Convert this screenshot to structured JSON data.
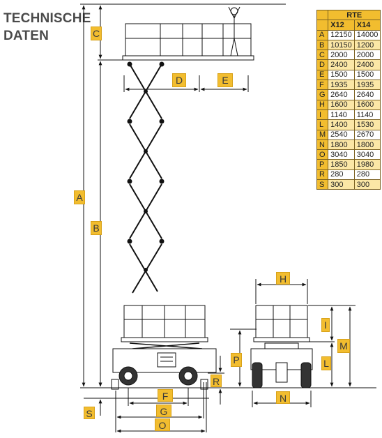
{
  "title_lines": [
    "TECHNISCHE",
    "DATEN"
  ],
  "table": {
    "group": "RTE",
    "columns": [
      "X12",
      "X14"
    ],
    "rows": [
      {
        "key": "A",
        "x12": "12150",
        "x14": "14000"
      },
      {
        "key": "B",
        "x12": "10150",
        "x14": "1200"
      },
      {
        "key": "C",
        "x12": "2000",
        "x14": "2000"
      },
      {
        "key": "D",
        "x12": "2400",
        "x14": "2400"
      },
      {
        "key": "E",
        "x12": "1500",
        "x14": "1500"
      },
      {
        "key": "F",
        "x12": "1935",
        "x14": "1935"
      },
      {
        "key": "G",
        "x12": "2640",
        "x14": "2640"
      },
      {
        "key": "H",
        "x12": "1600",
        "x14": "1600"
      },
      {
        "key": "I",
        "x12": "1140",
        "x14": "1140"
      },
      {
        "key": "L",
        "x12": "1400",
        "x14": "1530"
      },
      {
        "key": "M",
        "x12": "2540",
        "x14": "2670"
      },
      {
        "key": "N",
        "x12": "1800",
        "x14": "1800"
      },
      {
        "key": "O",
        "x12": "3040",
        "x14": "3040"
      },
      {
        "key": "P",
        "x12": "1850",
        "x14": "1980"
      },
      {
        "key": "R",
        "x12": "280",
        "x14": "280"
      },
      {
        "key": "S",
        "x12": "300",
        "x14": "300"
      }
    ]
  },
  "dimension_labels": {
    "A": "A",
    "B": "B",
    "C": "C",
    "D": "D",
    "E": "E",
    "F": "F",
    "G": "G",
    "H": "H",
    "I": "I",
    "L": "L",
    "M": "M",
    "N": "N",
    "O": "O",
    "P": "P",
    "R": "R",
    "S": "S"
  },
  "colors": {
    "accent": "#f2bd2f",
    "line": "#111111",
    "title": "#4a4a4a"
  }
}
